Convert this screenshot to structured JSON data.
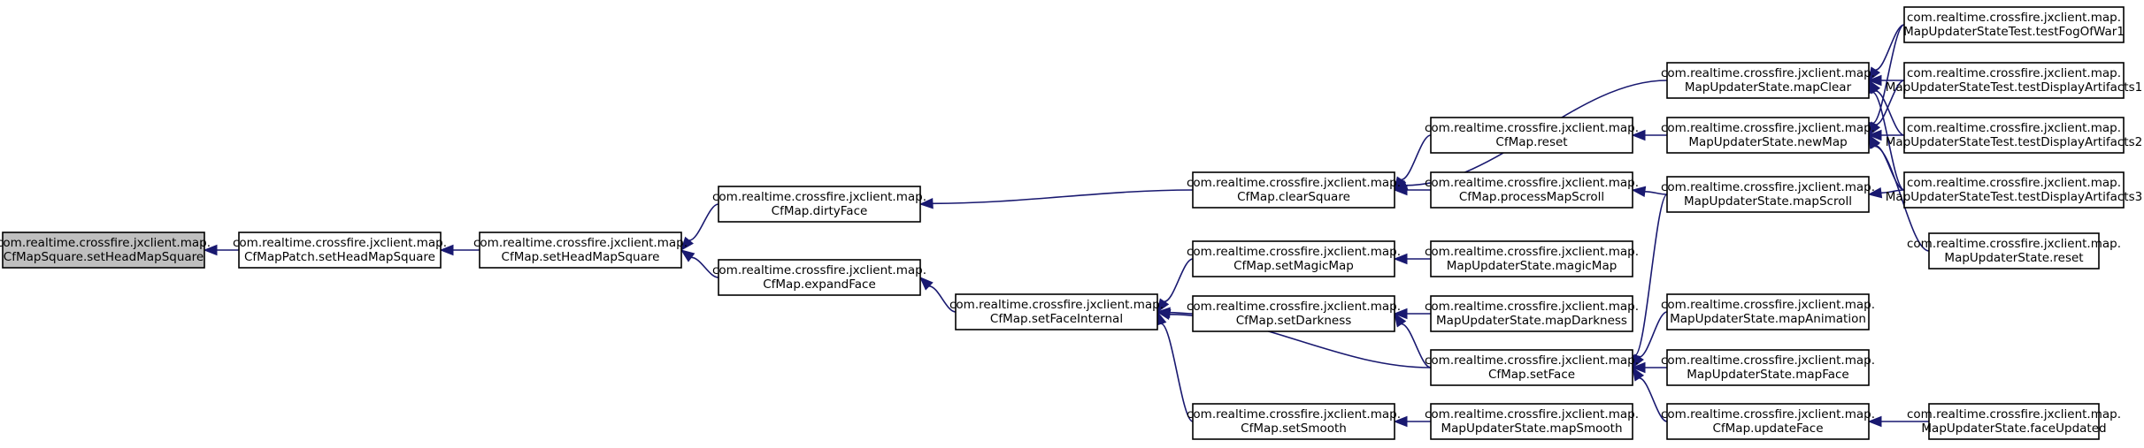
{
  "nodes": [
    {
      "id": "n0",
      "lines": [
        "com.realtime.crossfire.jxclient.map.",
        "CfMapSquare.setHeadMapSquare"
      ],
      "root": true
    },
    {
      "id": "n1",
      "lines": [
        "com.realtime.crossfire.jxclient.map.",
        "CfMapPatch.setHeadMapSquare"
      ]
    },
    {
      "id": "n2",
      "lines": [
        "com.realtime.crossfire.jxclient.map.",
        "CfMap.setHeadMapSquare"
      ]
    },
    {
      "id": "n3",
      "lines": [
        "com.realtime.crossfire.jxclient.map.",
        "CfMap.dirtyFace"
      ]
    },
    {
      "id": "n4",
      "lines": [
        "com.realtime.crossfire.jxclient.map.",
        "CfMap.expandFace"
      ]
    },
    {
      "id": "n5",
      "lines": [
        "com.realtime.crossfire.jxclient.map.",
        "CfMap.clearSquare"
      ]
    },
    {
      "id": "n6",
      "lines": [
        "com.realtime.crossfire.jxclient.map.",
        "CfMap.setFaceInternal"
      ]
    },
    {
      "id": "n7",
      "lines": [
        "com.realtime.crossfire.jxclient.map.",
        "CfMap.reset"
      ]
    },
    {
      "id": "n8",
      "lines": [
        "com.realtime.crossfire.jxclient.map.",
        "CfMap.processMapScroll"
      ]
    },
    {
      "id": "n9",
      "lines": [
        "com.realtime.crossfire.jxclient.map.",
        "CfMap.setMagicMap"
      ]
    },
    {
      "id": "n10",
      "lines": [
        "com.realtime.crossfire.jxclient.map.",
        "CfMap.setDarkness"
      ]
    },
    {
      "id": "n11",
      "lines": [
        "com.realtime.crossfire.jxclient.map.",
        "CfMap.setSmooth"
      ]
    },
    {
      "id": "n12",
      "lines": [
        "com.realtime.crossfire.jxclient.map.",
        "MapUpdaterState.mapClear"
      ]
    },
    {
      "id": "n13",
      "lines": [
        "com.realtime.crossfire.jxclient.map.",
        "MapUpdaterState.newMap"
      ]
    },
    {
      "id": "n14",
      "lines": [
        "com.realtime.crossfire.jxclient.map.",
        "MapUpdaterState.mapScroll"
      ]
    },
    {
      "id": "n15",
      "lines": [
        "com.realtime.crossfire.jxclient.map.",
        "MapUpdaterState.magicMap"
      ]
    },
    {
      "id": "n16",
      "lines": [
        "com.realtime.crossfire.jxclient.map.",
        "MapUpdaterState.mapDarkness"
      ]
    },
    {
      "id": "n17",
      "lines": [
        "com.realtime.crossfire.jxclient.map.",
        "CfMap.setFace"
      ]
    },
    {
      "id": "n18",
      "lines": [
        "com.realtime.crossfire.jxclient.map.",
        "MapUpdaterState.mapSmooth"
      ]
    },
    {
      "id": "n19",
      "lines": [
        "com.realtime.crossfire.jxclient.map.",
        "MapUpdaterState.mapAnimation"
      ]
    },
    {
      "id": "n20",
      "lines": [
        "com.realtime.crossfire.jxclient.map.",
        "MapUpdaterState.mapFace"
      ]
    },
    {
      "id": "n21",
      "lines": [
        "com.realtime.crossfire.jxclient.map.",
        "CfMap.updateFace"
      ]
    },
    {
      "id": "n22",
      "lines": [
        "com.realtime.crossfire.jxclient.map.",
        "MapUpdaterStateTest.testFogOfWar1"
      ]
    },
    {
      "id": "n23",
      "lines": [
        "com.realtime.crossfire.jxclient.map.",
        "MapUpdaterStateTest.testDisplayArtifacts1"
      ]
    },
    {
      "id": "n24",
      "lines": [
        "com.realtime.crossfire.jxclient.map.",
        "MapUpdaterStateTest.testDisplayArtifacts2"
      ]
    },
    {
      "id": "n25",
      "lines": [
        "com.realtime.crossfire.jxclient.map.",
        "MapUpdaterStateTest.testDisplayArtifacts3"
      ]
    },
    {
      "id": "n26",
      "lines": [
        "com.realtime.crossfire.jxclient.map.",
        "MapUpdaterState.reset"
      ]
    },
    {
      "id": "n27",
      "lines": [
        "com.realtime.crossfire.jxclient.map.",
        "MapUpdaterState.faceUpdated"
      ]
    }
  ],
  "edges": [
    [
      "n1",
      "n0"
    ],
    [
      "n2",
      "n1"
    ],
    [
      "n3",
      "n2"
    ],
    [
      "n4",
      "n2"
    ],
    [
      "n5",
      "n3"
    ],
    [
      "n6",
      "n4"
    ],
    [
      "n12",
      "n5"
    ],
    [
      "n7",
      "n5"
    ],
    [
      "n8",
      "n5"
    ],
    [
      "n9",
      "n6"
    ],
    [
      "n10",
      "n6"
    ],
    [
      "n17",
      "n6"
    ],
    [
      "n11",
      "n6"
    ],
    [
      "n13",
      "n7"
    ],
    [
      "n14",
      "n8"
    ],
    [
      "n15",
      "n9"
    ],
    [
      "n16",
      "n10"
    ],
    [
      "n17",
      "n10"
    ],
    [
      "n18",
      "n11"
    ],
    [
      "n14",
      "n17"
    ],
    [
      "n19",
      "n17"
    ],
    [
      "n20",
      "n17"
    ],
    [
      "n21",
      "n17"
    ],
    [
      "n22",
      "n12"
    ],
    [
      "n23",
      "n12"
    ],
    [
      "n24",
      "n12"
    ],
    [
      "n25",
      "n12"
    ],
    [
      "n22",
      "n13"
    ],
    [
      "n23",
      "n13"
    ],
    [
      "n24",
      "n13"
    ],
    [
      "n25",
      "n13"
    ],
    [
      "n26",
      "n13"
    ],
    [
      "n25",
      "n14"
    ],
    [
      "n27",
      "n21"
    ]
  ]
}
